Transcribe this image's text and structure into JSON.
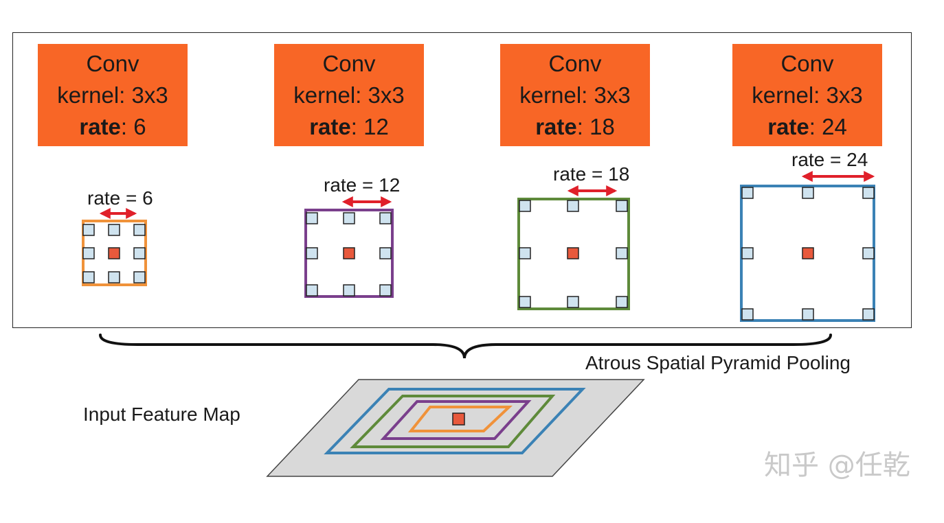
{
  "branches": [
    {
      "title": "Conv",
      "kernel": "kernel: 3x3",
      "rate_key": "rate",
      "rate_val": ": 6",
      "rate_caption": "rate = 6",
      "color": "#f0923a"
    },
    {
      "title": "Conv",
      "kernel": "kernel: 3x3",
      "rate_key": "rate",
      "rate_val": ": 12",
      "rate_caption": "rate = 12",
      "color": "#7a3f8c"
    },
    {
      "title": "Conv",
      "kernel": "kernel: 3x3",
      "rate_key": "rate",
      "rate_val": ": 18",
      "rate_caption": "rate = 18",
      "color": "#5e8a3a"
    },
    {
      "title": "Conv",
      "kernel": "kernel: 3x3",
      "rate_key": "rate",
      "rate_val": ": 24",
      "rate_caption": "rate = 24",
      "color": "#3b82b5"
    }
  ],
  "aspp_label": "Atrous Spatial Pyramid Pooling",
  "input_label": "Input Feature Map",
  "watermark": "知乎 @任乾",
  "colors": {
    "conv_box": "#f86626",
    "center_cell": "#e8593c",
    "sample_cell": "#cfe3ef",
    "arrow": "#e0202a",
    "feature_map": "#d9d9d9"
  }
}
